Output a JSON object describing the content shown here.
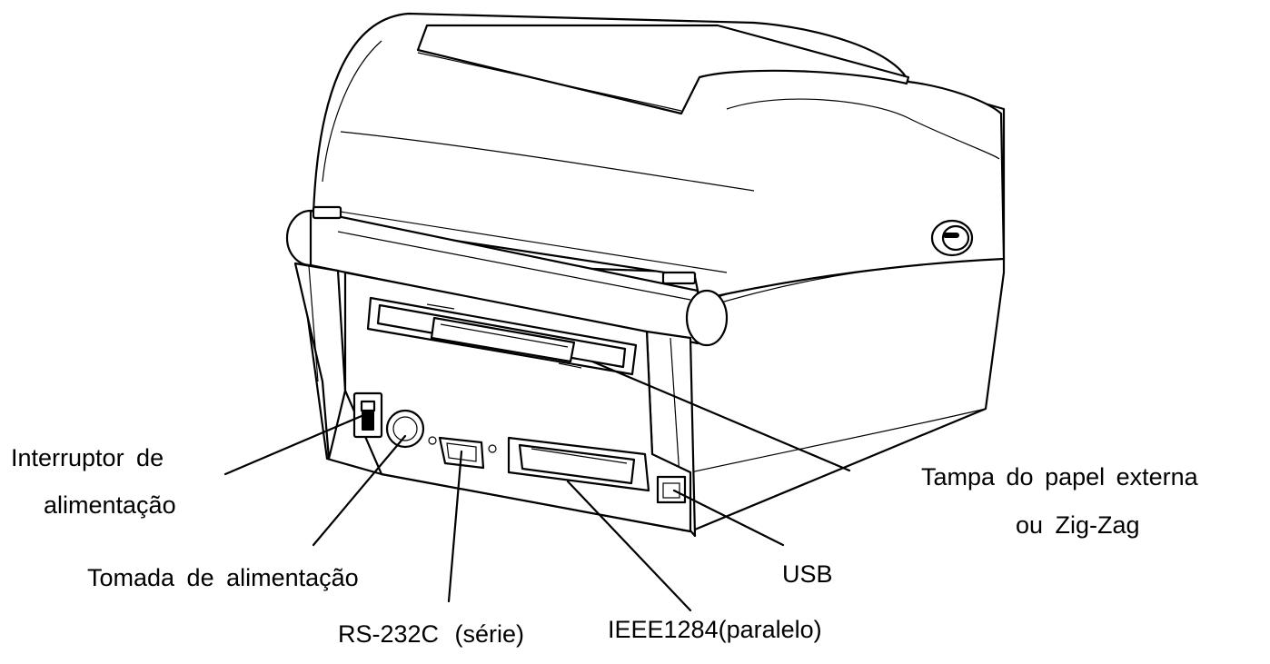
{
  "labels": {
    "power_switch": [
      "Interruptor de",
      "alimentação"
    ],
    "power_socket": "Tomada de alimentação",
    "serial_port": "RS-232C (série)",
    "parallel_port": "IEEE1284(paralelo)",
    "usb_port": "USB",
    "external_cover": [
      "Tampa do papel externa",
      "ou Zig-Zag"
    ]
  }
}
